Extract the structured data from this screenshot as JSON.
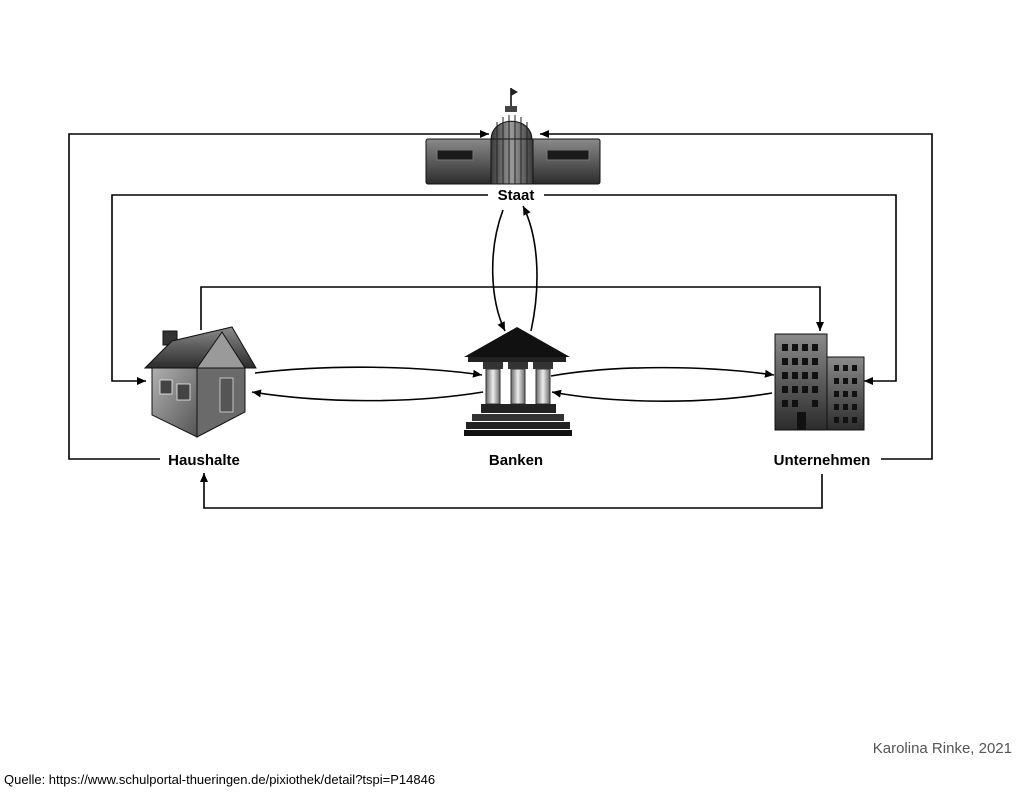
{
  "nodes": {
    "staat": "Staat",
    "haushalte": "Haushalte",
    "banken": "Banken",
    "unternehmen": "Unternehmen"
  },
  "credit": "Karolina Rinke, 2021",
  "source": "Quelle: https://www.schulportal-thueringen.de/pixiothek/detail?tspi=P14846"
}
